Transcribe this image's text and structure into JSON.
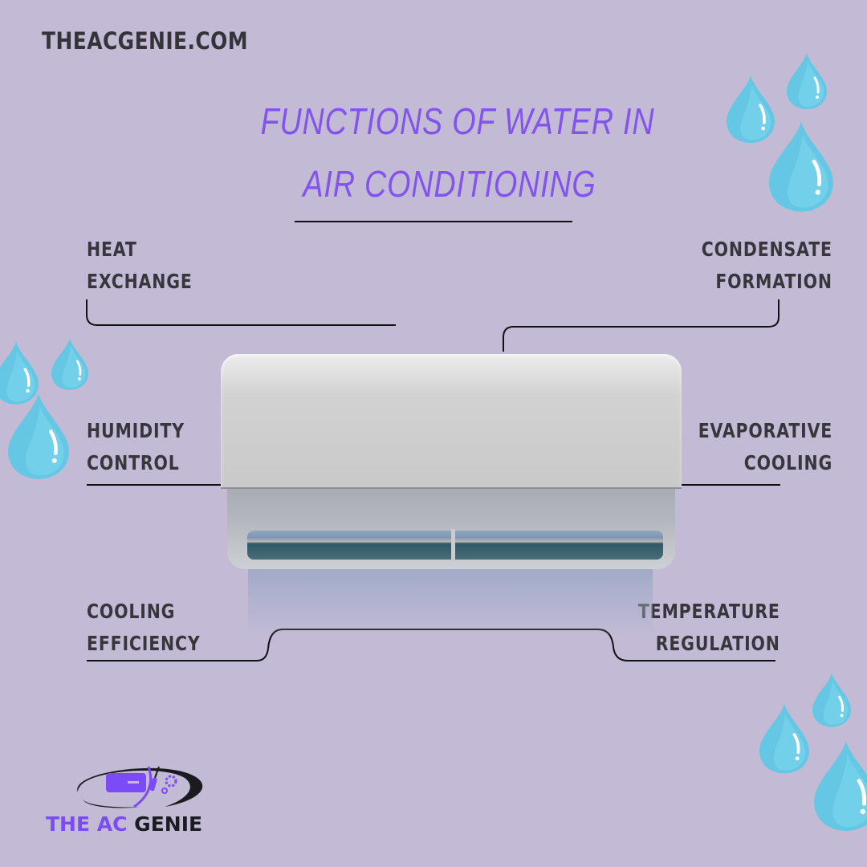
{
  "header": {
    "site": "THEACGENIE.COM"
  },
  "title": {
    "line1": "FUNCTIONS OF WATER IN",
    "line2": "AIR CONDITIONING"
  },
  "labels": {
    "heat_exchange": [
      "HEAT",
      "EXCHANGE"
    ],
    "condensate_formation": [
      "CONDENSATE",
      "FORMATION"
    ],
    "humidity_control": [
      "HUMIDITY",
      "CONTROL"
    ],
    "evaporative_cooling": [
      "EVAPORATIVE",
      "COOLING"
    ],
    "cooling_efficiency": [
      "COOLING",
      "EFFICIENCY"
    ],
    "temperature_regulation": [
      "TEMPERATURE",
      "REGULATION"
    ]
  },
  "logo": {
    "part1": "THE AC",
    "part2": "GENIE"
  },
  "colors": {
    "background": "#c3bbd6",
    "title": "#8253ee",
    "label": "#38363c",
    "drop": "#6ccde6",
    "logo_purple": "#7b4bf5"
  },
  "icons": [
    "water-drop-icon",
    "air-conditioner-illustration",
    "screwdriver-icon",
    "gear-icon"
  ]
}
